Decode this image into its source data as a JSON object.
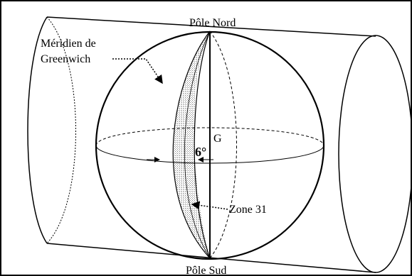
{
  "labels": {
    "north_pole": "Pôle Nord",
    "south_pole": "Pôle Sud",
    "meridian_line1": "Méridien de",
    "meridian_line2": "Greenwich",
    "center": "G",
    "zone_angle": "6°",
    "zone_name": "Zone 31"
  },
  "colors": {
    "line": "#000000",
    "background": "#ffffff",
    "zone_hatch": "#8a8a8a"
  }
}
